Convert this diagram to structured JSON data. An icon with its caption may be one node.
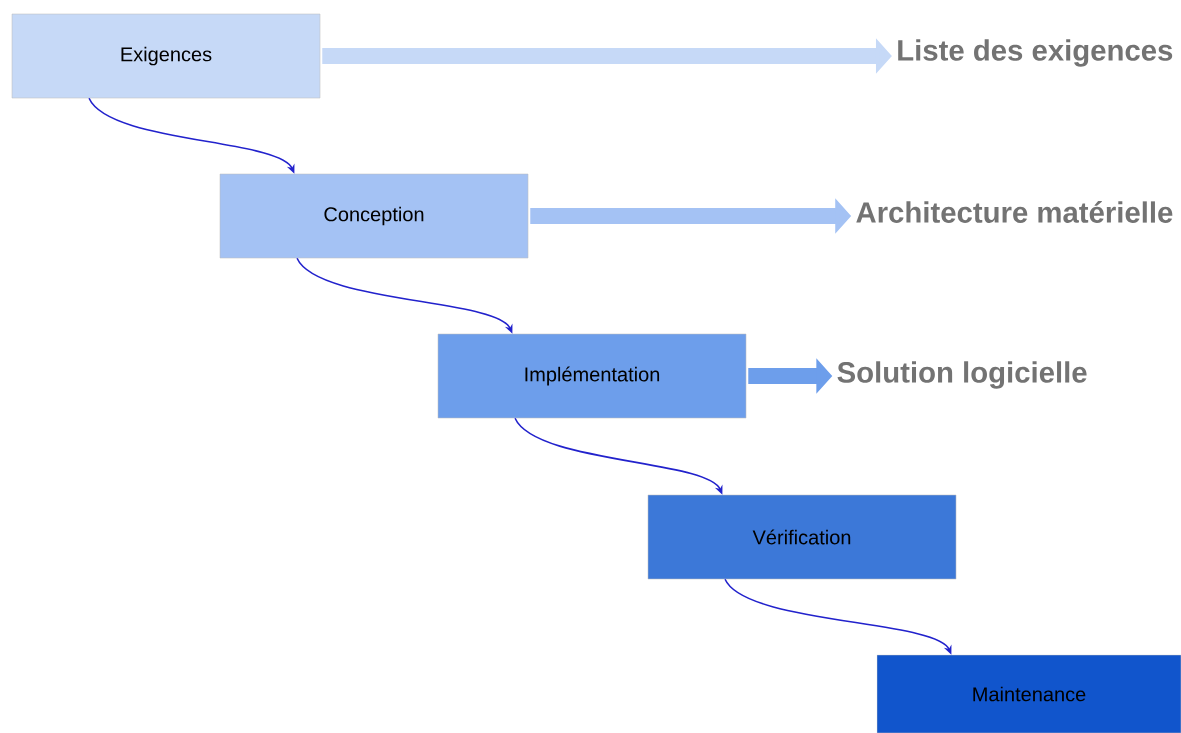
{
  "diagram": {
    "nodes": [
      {
        "text": [
          "Exigences"
        ]
      },
      {
        "text": [
          "Conception"
        ]
      },
      {
        "text": [
          "Implémentation"
        ]
      },
      {
        "text": [
          "Vérification"
        ]
      },
      {
        "text": [
          "Maintenance"
        ]
      },
      {
        "text": [
          "Liste des exigences"
        ]
      },
      {
        "text": [
          "Architecture matérielle"
        ]
      },
      {
        "text": [
          "Solution logicielle"
        ]
      }
    ],
    "edges": [
      {
        "from": 0,
        "to": 1,
        "arrow": "to"
      },
      {
        "from": 1,
        "to": 2,
        "arrow": "to"
      },
      {
        "from": 2,
        "to": 3,
        "arrow": "to"
      },
      {
        "from": 3,
        "to": 4,
        "arrow": "to"
      },
      {
        "from": 0,
        "to": 5,
        "arrow": "to",
        "style": "thick",
        "color": "#c6d9f7"
      },
      {
        "from": 1,
        "to": 6,
        "arrow": "to",
        "style": "thick",
        "color": "#a4c2f4"
      },
      {
        "from": 2,
        "to": 7,
        "arrow": "to",
        "style": "thick",
        "color": "#6d9eeb"
      }
    ]
  }
}
